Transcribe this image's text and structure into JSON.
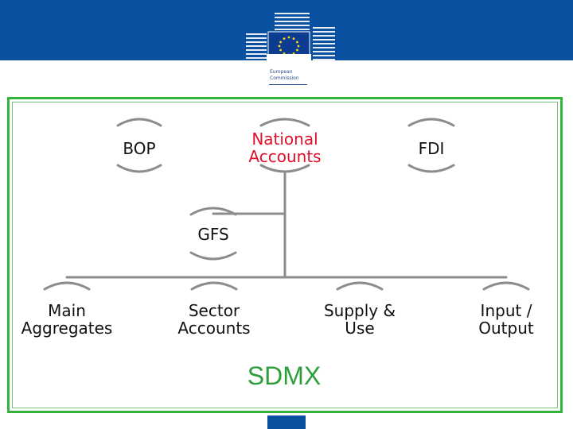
{
  "header": {
    "logo_line1": "European",
    "logo_line2": "Commission",
    "brand_color": "#0a50a0",
    "frame_color": "#33b33a"
  },
  "diagram": {
    "root": {
      "line1": "National",
      "line2": "Accounts"
    },
    "top_left": "BOP",
    "top_right": "FDI",
    "middle": "GFS",
    "leaves": [
      {
        "line1": "Main",
        "line2": "Aggregates"
      },
      {
        "line1": "Sector",
        "line2": "Accounts"
      },
      {
        "line1": "Supply &",
        "line2": "Use"
      },
      {
        "line1": "Input /",
        "line2": "Output"
      }
    ],
    "footer": "SDMX",
    "colors": {
      "root_text": "#e0102a",
      "footer_text": "#2e9e3a",
      "lines": "#8c8c8c"
    }
  }
}
